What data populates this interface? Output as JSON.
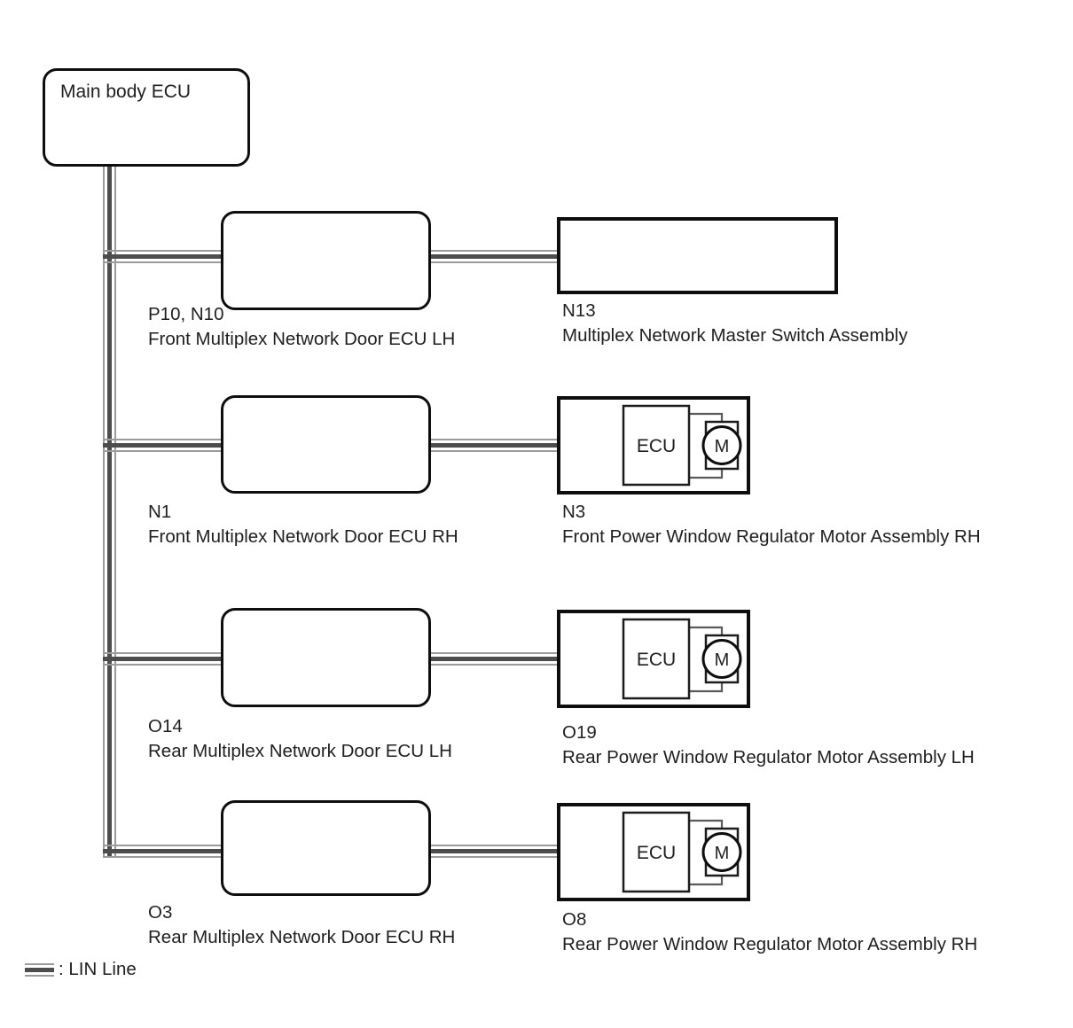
{
  "diagram": {
    "main_ecu": {
      "label": "Main body ECU"
    },
    "line_style": {
      "outer_stripe_color": "#9b9b9b",
      "core_stripe_color": "#4d4d4d",
      "box_border_color": "#0e0e0e"
    },
    "rows": [
      {
        "left_code": "P10, N10",
        "left_name": "Front Multiplex Network Door ECU LH",
        "right_code": "N13",
        "right_name": "Multiplex Network Master Switch Assembly",
        "right_type": "switch"
      },
      {
        "left_code": "N1",
        "left_name": "Front Multiplex Network Door ECU RH",
        "right_code": "N3",
        "right_name": "Front Power Window Regulator Motor Assembly RH",
        "right_type": "motor"
      },
      {
        "left_code": "O14",
        "left_name": "Rear Multiplex Network Door ECU LH",
        "right_code": "O19",
        "right_name": "Rear Power Window Regulator Motor Assembly LH",
        "right_type": "motor"
      },
      {
        "left_code": "O3",
        "left_name": "Rear Multiplex Network Door ECU RH",
        "right_code": "O8",
        "right_name": "Rear Power Window Regulator Motor Assembly RH",
        "right_type": "motor"
      }
    ],
    "motor_unit": {
      "ecu_label": "ECU",
      "motor_label": "M"
    },
    "legend": {
      "text": ": LIN Line"
    }
  }
}
